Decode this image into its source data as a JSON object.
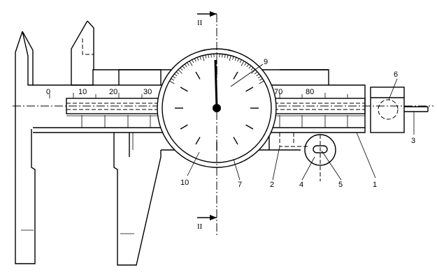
{
  "scale_labels": [
    "0",
    "10",
    "20",
    "30",
    "70",
    "80"
  ],
  "callouts": {
    "c1": "1",
    "c2": "2",
    "c3": "3",
    "c4": "4",
    "c5": "5",
    "c6": "6",
    "c7": "7",
    "c9": "9",
    "c10": "10"
  },
  "section_mark_top": "II",
  "section_mark_bottom": "II"
}
